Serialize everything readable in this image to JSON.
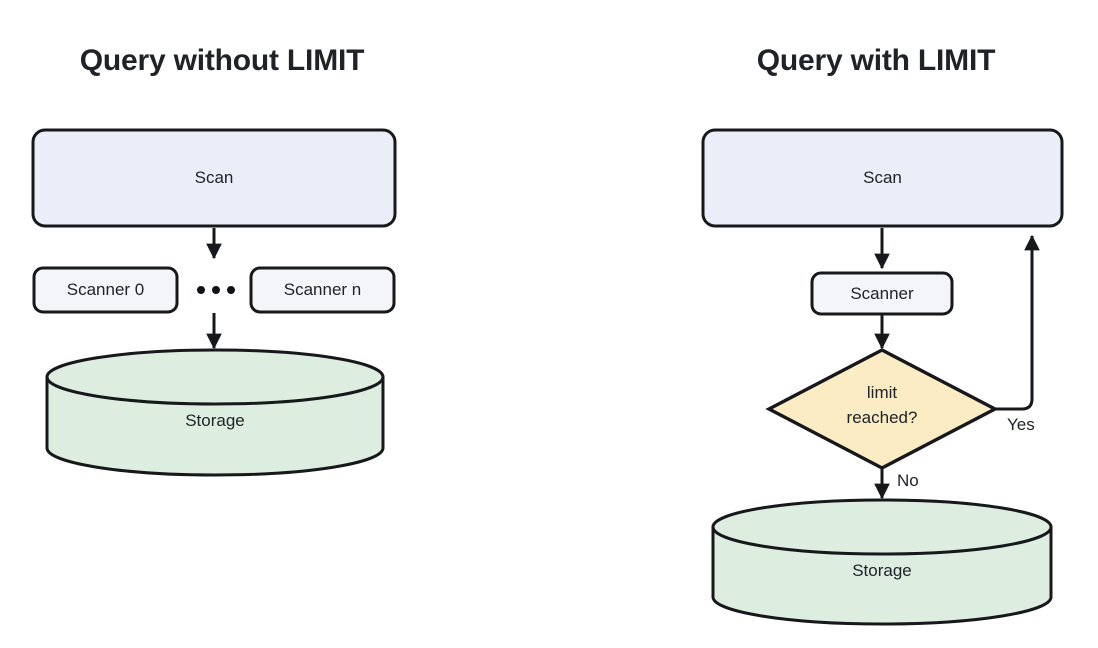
{
  "background": "#ffffff",
  "panels": [
    {
      "id": "without-limit",
      "title": "Query without LIMIT",
      "nodes": {
        "scan": "Scan",
        "scanner_first": "Scanner 0",
        "scanner_last": "Scanner n",
        "ellipsis": "•••",
        "storage": "Storage"
      }
    },
    {
      "id": "with-limit",
      "title": "Query with LIMIT",
      "nodes": {
        "scan": "Scan",
        "scanner": "Scanner",
        "decision": {
          "line1": "limit",
          "line2": "reached?"
        },
        "storage": "Storage"
      },
      "edge_labels": {
        "yes": "Yes",
        "no": "No"
      }
    }
  ],
  "colors": {
    "scan_fill": "#eaeef8",
    "scanner_fill": "#f3f5f8",
    "storage_fill": "#ddeee1",
    "decision_fill": "#fcecc4",
    "stroke": "#17181c",
    "text": "#20232a",
    "title_text": "#1f2227"
  }
}
